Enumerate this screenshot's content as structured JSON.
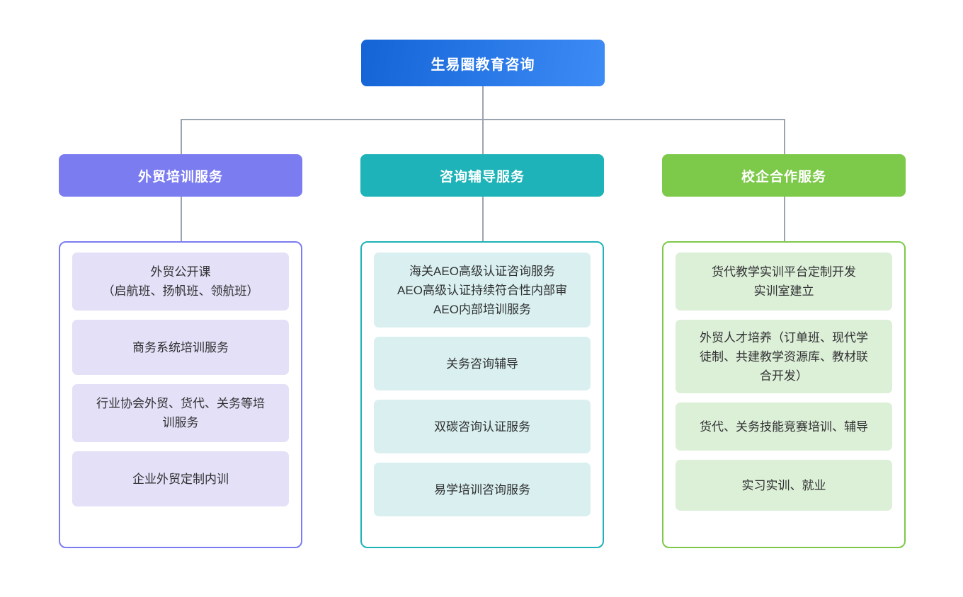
{
  "diagram": {
    "type": "organizational-tree",
    "root": {
      "label": "生易圈教育咨询",
      "color": "#1f6fe0"
    },
    "branches": [
      {
        "key": "training",
        "header": "外贸培训服务",
        "color": "#7b7cf0",
        "item_fill": "#e3e0f7",
        "items": [
          {
            "lines": [
              "外贸公开课",
              "（启航班、扬帆班、领航班）"
            ]
          },
          {
            "lines": [
              "商务系统培训服务"
            ]
          },
          {
            "lines": [
              "行业协会外贸、货代、关务等培",
              "训服务"
            ]
          },
          {
            "lines": [
              "企业外贸定制内训"
            ]
          }
        ]
      },
      {
        "key": "consulting",
        "header": "咨询辅导服务",
        "color": "#1db3b8",
        "item_fill": "#daf0f0",
        "items": [
          {
            "lines": [
              "海关AEO高级认证咨询服务",
              "AEO高级认证持续符合性内部审",
              "AEO内部培训服务"
            ]
          },
          {
            "lines": [
              "关务咨询辅导"
            ]
          },
          {
            "lines": [
              "双碳咨询认证服务"
            ]
          },
          {
            "lines": [
              "易学培训咨询服务"
            ]
          }
        ]
      },
      {
        "key": "school-enterprise",
        "header": "校企合作服务",
        "color": "#7dc94a",
        "item_fill": "#dcefd7",
        "items": [
          {
            "lines": [
              "货代教学实训平台定制开发",
              "实训室建立"
            ]
          },
          {
            "lines": [
              "外贸人才培养（订单班、现代学",
              "徒制、共建教学资源库、教材联",
              "合开发）"
            ]
          },
          {
            "lines": [
              "货代、关务技能竞赛培训、辅导"
            ]
          },
          {
            "lines": [
              "实习实训、就业"
            ]
          }
        ]
      }
    ],
    "connector_color": "#9aa4b0",
    "background": "#ffffff"
  }
}
